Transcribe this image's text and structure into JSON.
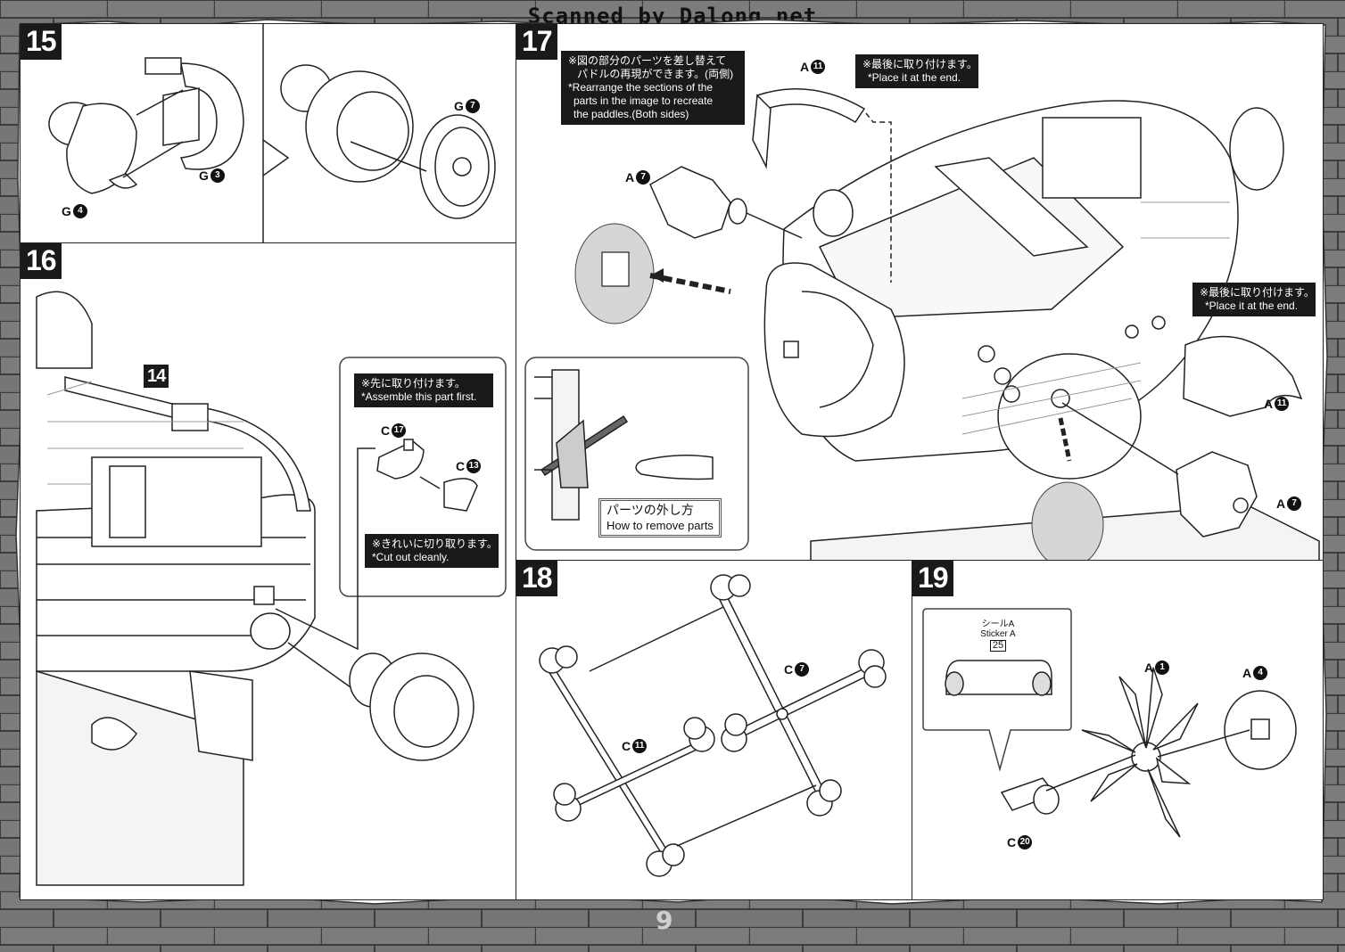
{
  "header": {
    "scanned_by": "Scanned by Dalong.net"
  },
  "page_number": "9",
  "steps": {
    "s15": {
      "number": "15",
      "labels": {
        "g7": [
          "G",
          "7"
        ],
        "g3": [
          "G",
          "3"
        ],
        "g4": [
          "G",
          "4"
        ]
      }
    },
    "s16": {
      "number": "16",
      "ref_step": "14",
      "note_first": {
        "jp": "※先に取り付けます。",
        "en": "*Assemble this part first."
      },
      "note_cut": {
        "jp": "※きれいに切り取ります。",
        "en": "*Cut out cleanly."
      },
      "labels": {
        "c17": [
          "C",
          "17"
        ],
        "c13": [
          "C",
          "13"
        ]
      }
    },
    "s17": {
      "number": "17",
      "note_rearrange": {
        "jp1": "※図の部分のパーツを差し替えて",
        "jp2": "パドルの再現ができます。(両側)",
        "en1": "*Rearrange the sections of the",
        "en2": "parts in the image to recreate",
        "en3": "the paddles.(Both sides)"
      },
      "note_end_top": {
        "jp": "※最後に取り付けます。",
        "en": "*Place it at the end."
      },
      "note_end_right": {
        "jp": "※最後に取り付けます。",
        "en": "*Place it at the end."
      },
      "how_to_remove": {
        "jp": "パーツの外し方",
        "en": "How to remove parts"
      },
      "labels": {
        "a11_top": [
          "A",
          "11"
        ],
        "a7_left": [
          "A",
          "7"
        ],
        "a11_right": [
          "A",
          "11"
        ],
        "a7_right": [
          "A",
          "7"
        ]
      }
    },
    "s18": {
      "number": "18",
      "labels": {
        "c7": [
          "C",
          "7"
        ],
        "c11": [
          "C",
          "11"
        ]
      }
    },
    "s19": {
      "number": "19",
      "sticker": {
        "jp": "シールA",
        "en": "Sticker A",
        "num": "25"
      },
      "labels": {
        "a1": [
          "A",
          "1"
        ],
        "a4": [
          "A",
          "4"
        ],
        "c20": [
          "C",
          "20"
        ]
      }
    }
  }
}
